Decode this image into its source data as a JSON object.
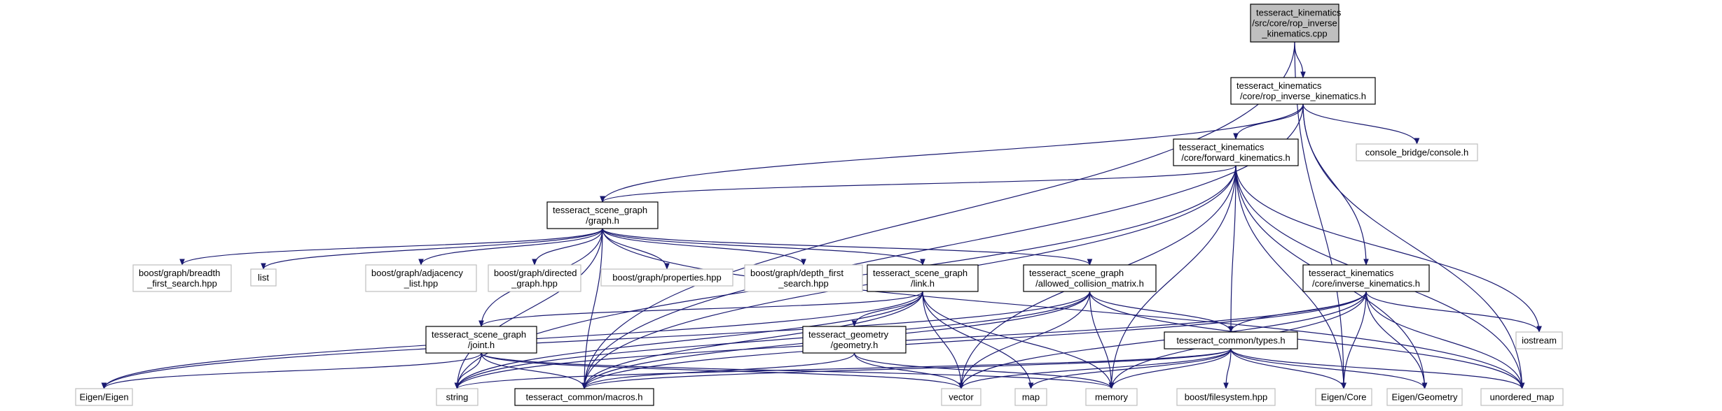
{
  "colors": {
    "edge": "#191970",
    "root_fill": "#bfbfbf",
    "external_border": "#bfbfbf",
    "node_border": "#000000"
  },
  "nodes": [
    {
      "id": "root",
      "kind": "root",
      "lines": [
        "tesseract_kinematics",
        "/src/core/rop_inverse",
        "_kinematics.cpp"
      ]
    },
    {
      "id": "rop_ik_h",
      "kind": "file",
      "lines": [
        "tesseract_kinematics",
        "/core/rop_inverse_kinematics.h"
      ]
    },
    {
      "id": "console_h",
      "kind": "external",
      "lines": [
        "console_bridge/console.h"
      ]
    },
    {
      "id": "fk_h",
      "kind": "file",
      "lines": [
        "tesseract_kinematics",
        "/core/forward_kinematics.h"
      ]
    },
    {
      "id": "graph_h",
      "kind": "file",
      "lines": [
        "tesseract_scene_graph",
        "/graph.h"
      ]
    },
    {
      "id": "bfs",
      "kind": "external",
      "lines": [
        "boost/graph/breadth",
        "_first_search.hpp"
      ]
    },
    {
      "id": "list",
      "kind": "external",
      "lines": [
        "list"
      ]
    },
    {
      "id": "adjacency",
      "kind": "external",
      "lines": [
        "boost/graph/adjacency",
        "_list.hpp"
      ]
    },
    {
      "id": "directed",
      "kind": "external",
      "lines": [
        "boost/graph/directed",
        "_graph.hpp"
      ]
    },
    {
      "id": "properties",
      "kind": "external",
      "lines": [
        "boost/graph/properties.hpp"
      ]
    },
    {
      "id": "dfs",
      "kind": "external",
      "lines": [
        "boost/graph/depth_first",
        "_search.hpp"
      ]
    },
    {
      "id": "link_h",
      "kind": "file",
      "lines": [
        "tesseract_scene_graph",
        "/link.h"
      ]
    },
    {
      "id": "acm_h",
      "kind": "file",
      "lines": [
        "tesseract_scene_graph",
        "/allowed_collision_matrix.h"
      ]
    },
    {
      "id": "ik_h",
      "kind": "file",
      "lines": [
        "tesseract_kinematics",
        "/core/inverse_kinematics.h"
      ]
    },
    {
      "id": "iostream",
      "kind": "external",
      "lines": [
        "iostream"
      ]
    },
    {
      "id": "joint_h",
      "kind": "file",
      "lines": [
        "tesseract_scene_graph",
        "/joint.h"
      ]
    },
    {
      "id": "geometry_h",
      "kind": "file",
      "lines": [
        "tesseract_geometry",
        "/geometry.h"
      ]
    },
    {
      "id": "types_h",
      "kind": "file",
      "lines": [
        "tesseract_common/types.h"
      ]
    },
    {
      "id": "eigen_eigen",
      "kind": "external",
      "lines": [
        "Eigen/Eigen"
      ]
    },
    {
      "id": "string",
      "kind": "external",
      "lines": [
        "string"
      ]
    },
    {
      "id": "macros_h",
      "kind": "file",
      "lines": [
        "tesseract_common/macros.h"
      ]
    },
    {
      "id": "vector",
      "kind": "external",
      "lines": [
        "vector"
      ]
    },
    {
      "id": "map",
      "kind": "external",
      "lines": [
        "map"
      ]
    },
    {
      "id": "memory",
      "kind": "external",
      "lines": [
        "memory"
      ]
    },
    {
      "id": "filesystem",
      "kind": "external",
      "lines": [
        "boost/filesystem.hpp"
      ]
    },
    {
      "id": "eigen_core",
      "kind": "external",
      "lines": [
        "Eigen/Core"
      ]
    },
    {
      "id": "eigen_geometry",
      "kind": "external",
      "lines": [
        "Eigen/Geometry"
      ]
    },
    {
      "id": "unordered_map",
      "kind": "external",
      "lines": [
        "unordered_map"
      ]
    }
  ],
  "edges": [
    [
      "root",
      "rop_ik_h"
    ],
    [
      "root",
      "macros_h"
    ],
    [
      "root",
      "eigen_core"
    ],
    [
      "rop_ik_h",
      "console_h"
    ],
    [
      "rop_ik_h",
      "fk_h"
    ],
    [
      "rop_ik_h",
      "graph_h"
    ],
    [
      "rop_ik_h",
      "ik_h"
    ],
    [
      "rop_ik_h",
      "macros_h"
    ],
    [
      "rop_ik_h",
      "unordered_map"
    ],
    [
      "fk_h",
      "graph_h"
    ],
    [
      "fk_h",
      "macros_h"
    ],
    [
      "fk_h",
      "string"
    ],
    [
      "fk_h",
      "vector"
    ],
    [
      "fk_h",
      "memory"
    ],
    [
      "fk_h",
      "types_h"
    ],
    [
      "fk_h",
      "iostream"
    ],
    [
      "fk_h",
      "eigen_core"
    ],
    [
      "fk_h",
      "eigen_geometry"
    ],
    [
      "fk_h",
      "unordered_map"
    ],
    [
      "graph_h",
      "bfs"
    ],
    [
      "graph_h",
      "list"
    ],
    [
      "graph_h",
      "adjacency"
    ],
    [
      "graph_h",
      "directed"
    ],
    [
      "graph_h",
      "properties"
    ],
    [
      "graph_h",
      "dfs"
    ],
    [
      "graph_h",
      "link_h"
    ],
    [
      "graph_h",
      "acm_h"
    ],
    [
      "graph_h",
      "joint_h"
    ],
    [
      "graph_h",
      "macros_h"
    ],
    [
      "graph_h",
      "string"
    ],
    [
      "graph_h",
      "unordered_map"
    ],
    [
      "link_h",
      "geometry_h"
    ],
    [
      "link_h",
      "joint_h"
    ],
    [
      "link_h",
      "macros_h"
    ],
    [
      "link_h",
      "eigen_eigen"
    ],
    [
      "link_h",
      "string"
    ],
    [
      "link_h",
      "vector"
    ],
    [
      "link_h",
      "map"
    ],
    [
      "link_h",
      "memory"
    ],
    [
      "acm_h",
      "types_h"
    ],
    [
      "acm_h",
      "macros_h"
    ],
    [
      "acm_h",
      "string"
    ],
    [
      "acm_h",
      "vector"
    ],
    [
      "acm_h",
      "memory"
    ],
    [
      "acm_h",
      "unordered_map"
    ],
    [
      "acm_h",
      "eigen_eigen"
    ],
    [
      "ik_h",
      "types_h"
    ],
    [
      "ik_h",
      "macros_h"
    ],
    [
      "ik_h",
      "string"
    ],
    [
      "ik_h",
      "vector"
    ],
    [
      "ik_h",
      "memory"
    ],
    [
      "ik_h",
      "iostream"
    ],
    [
      "ik_h",
      "eigen_core"
    ],
    [
      "ik_h",
      "eigen_geometry"
    ],
    [
      "ik_h",
      "unordered_map"
    ],
    [
      "joint_h",
      "macros_h"
    ],
    [
      "joint_h",
      "string"
    ],
    [
      "joint_h",
      "memory"
    ],
    [
      "joint_h",
      "eigen_eigen"
    ],
    [
      "joint_h",
      "vector"
    ],
    [
      "geometry_h",
      "macros_h"
    ],
    [
      "geometry_h",
      "vector"
    ],
    [
      "geometry_h",
      "memory"
    ],
    [
      "types_h",
      "macros_h"
    ],
    [
      "types_h",
      "vector"
    ],
    [
      "types_h",
      "map"
    ],
    [
      "types_h",
      "memory"
    ],
    [
      "types_h",
      "filesystem"
    ],
    [
      "types_h",
      "eigen_core"
    ],
    [
      "types_h",
      "eigen_geometry"
    ],
    [
      "types_h",
      "unordered_map"
    ],
    [
      "types_h",
      "string"
    ]
  ]
}
